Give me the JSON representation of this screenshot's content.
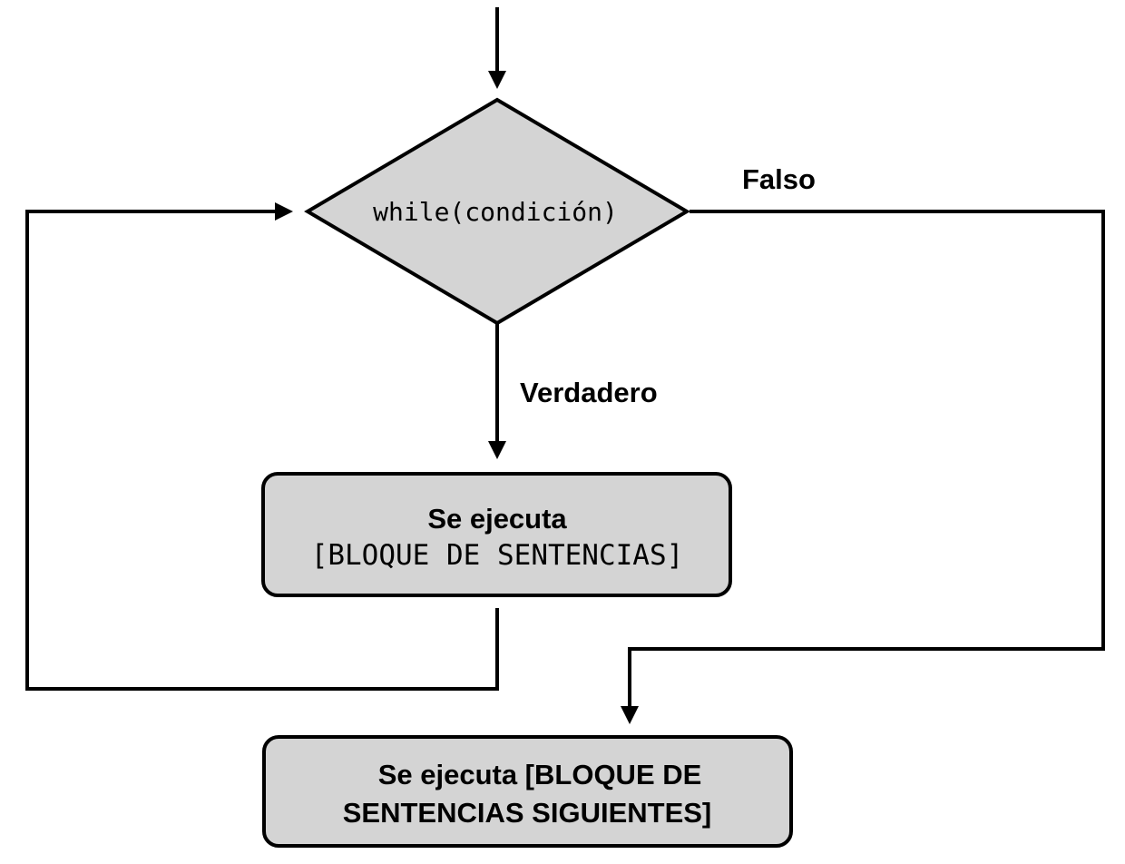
{
  "colors": {
    "node_fill": "#d4d4d4",
    "stroke": "#000000",
    "background": "#ffffff"
  },
  "decision": {
    "condition": "while(condición)"
  },
  "edges": {
    "true_label": "Verdadero",
    "false_label": "Falso"
  },
  "loop_body": {
    "line1": "Se ejecuta",
    "line2": "[BLOQUE DE SENTENCIAS]"
  },
  "next_block": {
    "line1": "Se ejecuta  [BLOQUE DE",
    "line2": "SENTENCIAS SIGUIENTES]"
  }
}
